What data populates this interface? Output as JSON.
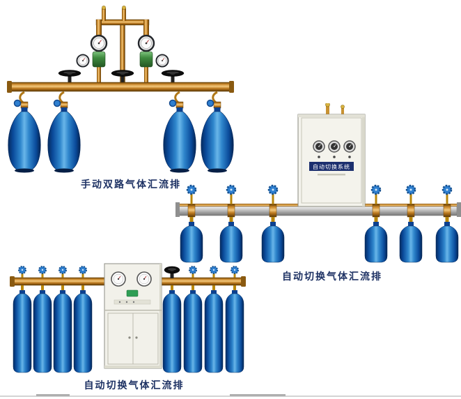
{
  "page": {
    "background_color": "#ffffff",
    "bottom_border_color": "#d4d4d4"
  },
  "products": [
    {
      "name": "manual-dual-gas-manifold",
      "caption": "手动双路气体汇流排"
    },
    {
      "name": "auto-switch-gas-manifold-cabinet",
      "caption": "自动切换气体汇流排",
      "cabinet_label": "自动切换系统"
    },
    {
      "name": "auto-switch-gas-manifold-tall-cylinders",
      "caption": "自动切换气体汇流排"
    }
  ],
  "colors": {
    "brass": "#c8862a",
    "cylinder_blue": "#1565c0",
    "cabinet_face": "#f3f2eb",
    "caption_text": "#1e3264",
    "label_band": "#1c2f6e",
    "rail_silver": "#b8b8b8"
  }
}
